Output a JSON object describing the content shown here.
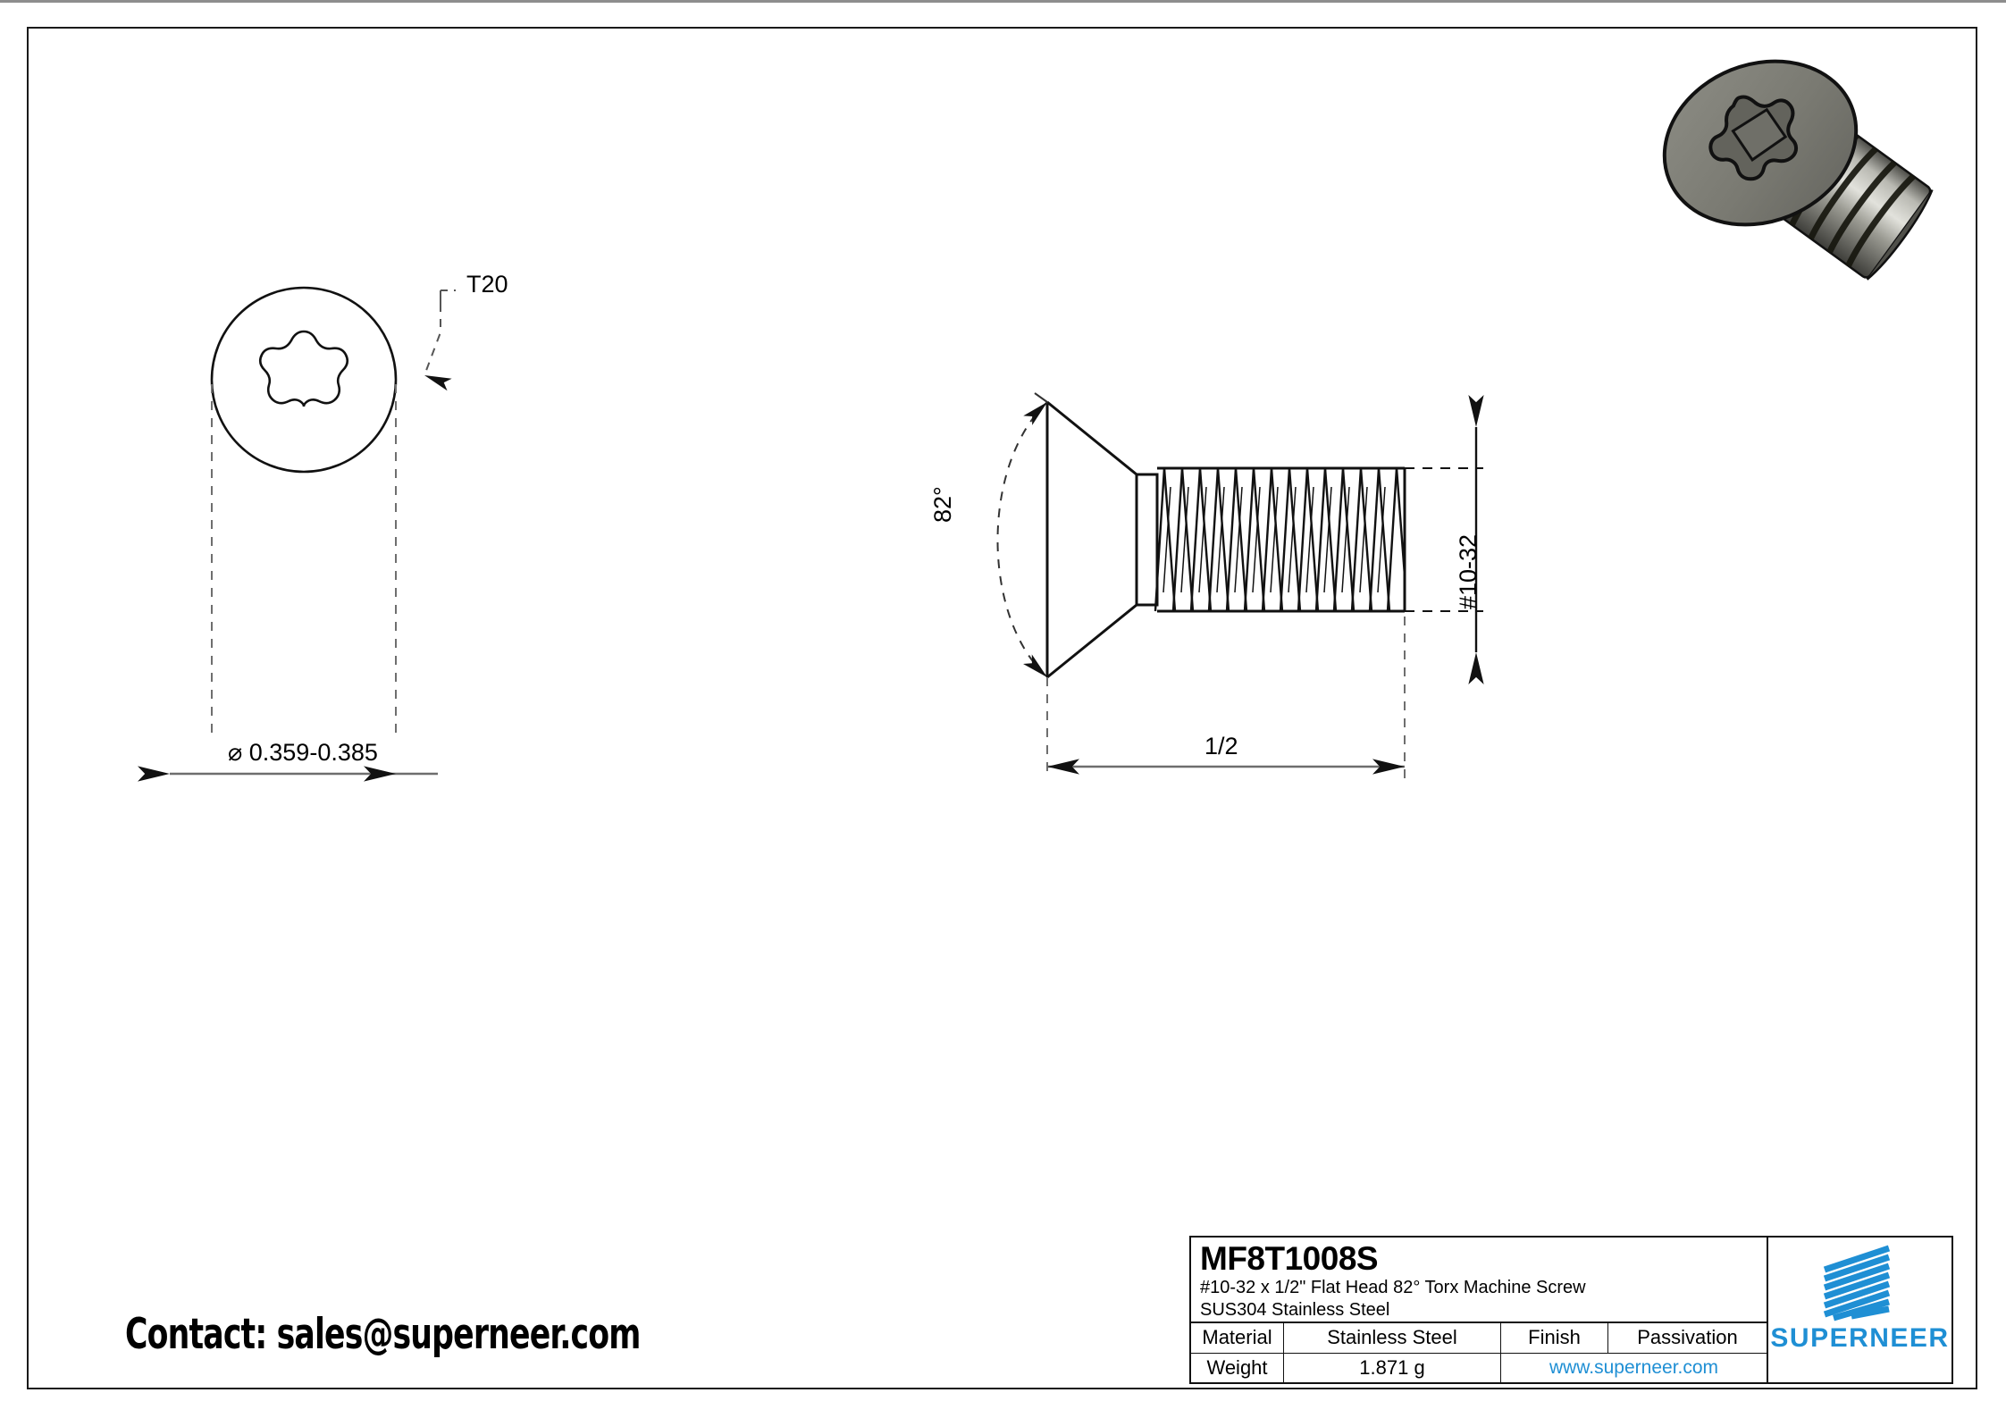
{
  "drawing": {
    "title_block": {
      "part_number": "MF8T1008S",
      "description_line1": "#10-32 x 1/2\" Flat Head 82° Torx Machine Screw",
      "description_line2": "SUS304 Stainless Steel",
      "rows": [
        {
          "label": "Material",
          "value": "Stainless Steel",
          "label2": "Finish",
          "value2": "Passivation"
        },
        {
          "label": "Weight",
          "value": "1.871 g",
          "website": "www.superneer.com"
        }
      ],
      "brand": "SUPERNEER"
    },
    "contact": "Contact: sales@superneer.com",
    "annotations": {
      "drive_size": "T20",
      "head_diameter": "⌀ 0.359-0.385",
      "head_angle": "82°",
      "thread_spec": "#10-32",
      "length": "1/2"
    },
    "colors": {
      "brand_blue": "#1f8fd4",
      "line_black": "#111111",
      "dim_gray": "#6e6e6e",
      "screw_body": "#7a7a72",
      "screw_shade": "#55554f"
    }
  }
}
